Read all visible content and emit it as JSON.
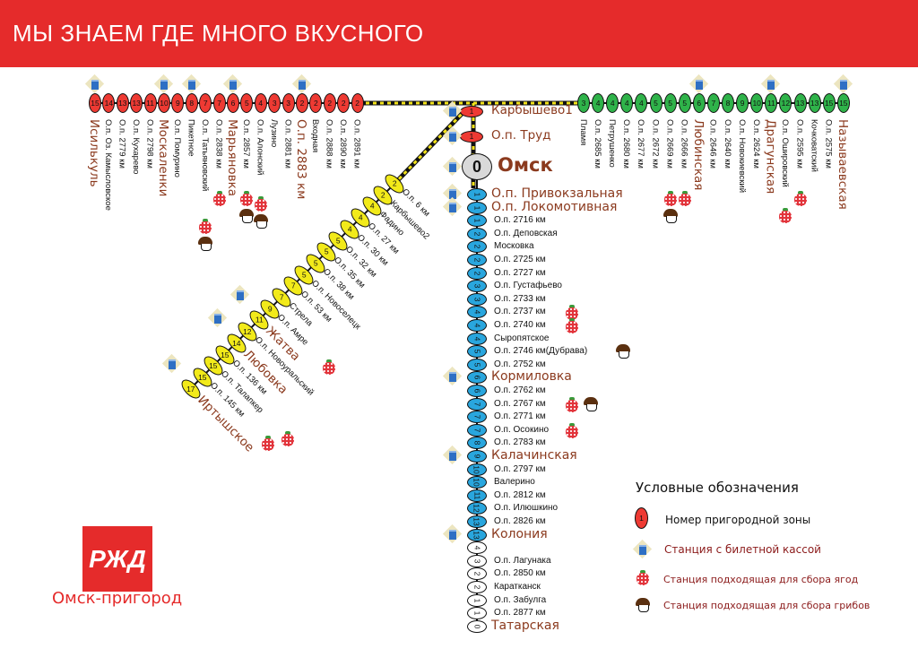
{
  "title": "МЫ ЗНАЕМ ГДЕ МНОГО ВКУСНОГО",
  "colors": {
    "brand": "#e52b2b",
    "major_station": "#8b3a1e",
    "west": "#ee3a33",
    "east": "#2fb34a",
    "south": "#29a6de",
    "southwest": "#f2ea1a"
  },
  "hub": [
    {
      "z": "1",
      "n": "Карбышево1",
      "k": true
    },
    {
      "z": "1",
      "n": "О.п. Труд",
      "k": true
    },
    {
      "z": "0",
      "n": "Омск",
      "k": true
    }
  ],
  "west": [
    {
      "z": "15",
      "n": "Исилькуль",
      "m": true,
      "k": true
    },
    {
      "z": "14",
      "n": "О.п. Оз. Камысловское"
    },
    {
      "z": "13",
      "n": "О.п. 2779 км"
    },
    {
      "z": "13",
      "n": "О.п. Кухарево"
    },
    {
      "z": "11",
      "n": "О.п. 2798 км"
    },
    {
      "z": "10",
      "n": "Москаленки",
      "m": true,
      "k": true
    },
    {
      "z": "9",
      "n": "О.п. Помурино"
    },
    {
      "z": "8",
      "n": "Пикетное",
      "k": true
    },
    {
      "z": "7",
      "n": "О.п. Татьяновский",
      "b": true,
      "g": true
    },
    {
      "z": "7",
      "n": "О.п. 2838 км",
      "b": true
    },
    {
      "z": "6",
      "n": "Марьяновка",
      "m": true,
      "k": true
    },
    {
      "z": "5",
      "n": "О.п. 2857 км",
      "b": true,
      "g": true
    },
    {
      "z": "4",
      "n": "О.п. Алонский",
      "b": true,
      "g": true
    },
    {
      "z": "3",
      "n": "Лузино"
    },
    {
      "z": "3",
      "n": "О.п. 2881 км"
    },
    {
      "z": "2",
      "n": "О.п. 2883 км",
      "m": true,
      "k": true
    },
    {
      "z": "2",
      "n": "Входная"
    },
    {
      "z": "2",
      "n": "О.п. 2888 км"
    },
    {
      "z": "2",
      "n": "О.п. 2890 км"
    },
    {
      "z": "2",
      "n": "О.п. 2891 км"
    }
  ],
  "east": [
    {
      "z": "3",
      "n": "Пламя"
    },
    {
      "z": "4",
      "n": "О.п. 2685 км"
    },
    {
      "z": "4",
      "n": "Петрушенко"
    },
    {
      "z": "4",
      "n": "О.п. 2680 км"
    },
    {
      "z": "4",
      "n": "О.п. 2677 км"
    },
    {
      "z": "5",
      "n": "О.п. 2672 км"
    },
    {
      "z": "5",
      "n": "О.п. 2669 км",
      "b": true,
      "g": true
    },
    {
      "z": "5",
      "n": "О.п. 2666 км",
      "b": true
    },
    {
      "z": "6",
      "n": "Любинская",
      "m": true,
      "k": true
    },
    {
      "z": "7",
      "n": "О.п. 2646 км"
    },
    {
      "z": "8",
      "n": "О.п. 2640 км"
    },
    {
      "z": "9",
      "n": "О.п. Новокиевский"
    },
    {
      "z": "10",
      "n": "О.п. 2624 км"
    },
    {
      "z": "11",
      "n": "Драгунская",
      "m": true,
      "k": true
    },
    {
      "z": "12",
      "n": "О.п. Оширoвский",
      "b": true
    },
    {
      "z": "13",
      "n": "О.п. 2595 км",
      "b": true
    },
    {
      "z": "13",
      "n": "Кочковатский"
    },
    {
      "z": "15",
      "n": "О.п. 2575 км"
    },
    {
      "z": "15",
      "n": "Называевская",
      "m": true,
      "k": true
    }
  ],
  "south": [
    {
      "z": "1",
      "n": "О.п. Привокзальная",
      "m": true,
      "k": true
    },
    {
      "z": "1",
      "n": "О.п. Локомотивная",
      "m": true,
      "k": true
    },
    {
      "z": "1",
      "n": "О.п. 2716 км"
    },
    {
      "z": "2",
      "n": "О.п. Деповская"
    },
    {
      "z": "2",
      "n": "Московка"
    },
    {
      "z": "2",
      "n": "О.п. 2725 км"
    },
    {
      "z": "2",
      "n": "О.п. 2727 км"
    },
    {
      "z": "3",
      "n": "О.п. Густафьево"
    },
    {
      "z": "3",
      "n": "О.п. 2733 км"
    },
    {
      "z": "4",
      "n": "О.п. 2737 км",
      "b": true
    },
    {
      "z": "4",
      "n": "О.п. 2740 км",
      "b": true
    },
    {
      "z": "4",
      "n": "Сыропятское"
    },
    {
      "z": "5",
      "n": "О.п. 2746 км(Дубрава)",
      "g": true
    },
    {
      "z": "5",
      "n": "О.п. 2752 км"
    },
    {
      "z": "6",
      "n": "Кормиловка",
      "m": true,
      "k": true
    },
    {
      "z": "6",
      "n": "О.п. 2762 км"
    },
    {
      "z": "7",
      "n": "О.п. 2767 км",
      "b": true,
      "g": true
    },
    {
      "z": "7",
      "n": "О.п. 2771 км"
    },
    {
      "z": "7",
      "n": "О.п. Осокино",
      "b": true
    },
    {
      "z": "8",
      "n": "О.п. 2783 км"
    },
    {
      "z": "9",
      "n": "Калачинская",
      "m": true,
      "k": true
    },
    {
      "z": "10",
      "n": "О.п. 2797 км"
    },
    {
      "z": "10",
      "n": "Валерино"
    },
    {
      "z": "11",
      "n": "О.п. 2812 км"
    },
    {
      "z": "12",
      "n": "О.п. Илюшкино"
    },
    {
      "z": "13",
      "n": "О.п. 2826 км"
    },
    {
      "z": "13",
      "n": "Колония",
      "m": true,
      "k": true
    },
    {
      "z": "4",
      "n": "",
      "w": true
    },
    {
      "z": "3",
      "n": "О.п. Лагунака",
      "w": true
    },
    {
      "z": "2",
      "n": "О.п. 2850 км",
      "w": true
    },
    {
      "z": "2",
      "n": "Каратканск",
      "w": true
    },
    {
      "z": "1",
      "n": "О.п. Забулга",
      "w": true
    },
    {
      "z": "1",
      "n": "О.п. 2877 км",
      "w": true
    },
    {
      "z": "0",
      "n": "Татарская",
      "m": true,
      "w": true
    }
  ],
  "southwest": [
    {
      "z": "2",
      "n": "О.п. 6 км"
    },
    {
      "z": "2",
      "n": "Карбышево2"
    },
    {
      "z": "4",
      "n": "Фадино"
    },
    {
      "z": "4",
      "n": "О.п. 27 км"
    },
    {
      "z": "4",
      "n": "О.п. 30 км"
    },
    {
      "z": "5",
      "n": "О.п. 32 км"
    },
    {
      "z": "5",
      "n": "О.п. 35 км"
    },
    {
      "z": "5",
      "n": "О.п. 38 км"
    },
    {
      "z": "5",
      "n": "О.п. Новоселецк"
    },
    {
      "z": "7",
      "n": "О.п. 53 км"
    },
    {
      "z": "7",
      "n": "Стрела"
    },
    {
      "z": "9",
      "n": "О.п. Амре",
      "b": true
    },
    {
      "z": "11",
      "n": "Жатва",
      "m": true,
      "k": true
    },
    {
      "z": "12",
      "n": "О.п. Новоуральский"
    },
    {
      "z": "14",
      "n": "Любовка",
      "m": true,
      "k": true
    },
    {
      "z": "15",
      "n": "О.п. 136 км"
    },
    {
      "z": "15",
      "n": "О.п. Талапкер",
      "b": true
    },
    {
      "z": "15",
      "n": "О.п. 145 км",
      "b": true
    },
    {
      "z": "17",
      "n": "Иртышское",
      "m": true,
      "k": true
    }
  ],
  "legend": {
    "title": "Условные обозначения",
    "zone_sample": "1",
    "zone": "Номер пригородной зоны",
    "kassa": "Станция с билетной кассой",
    "berries": "Станция подходящая для сбора ягод",
    "mushrooms": "Станция подходящая для сбора грибов"
  },
  "logo": {
    "mark": "РЖД",
    "caption": "Омск-пригород"
  }
}
